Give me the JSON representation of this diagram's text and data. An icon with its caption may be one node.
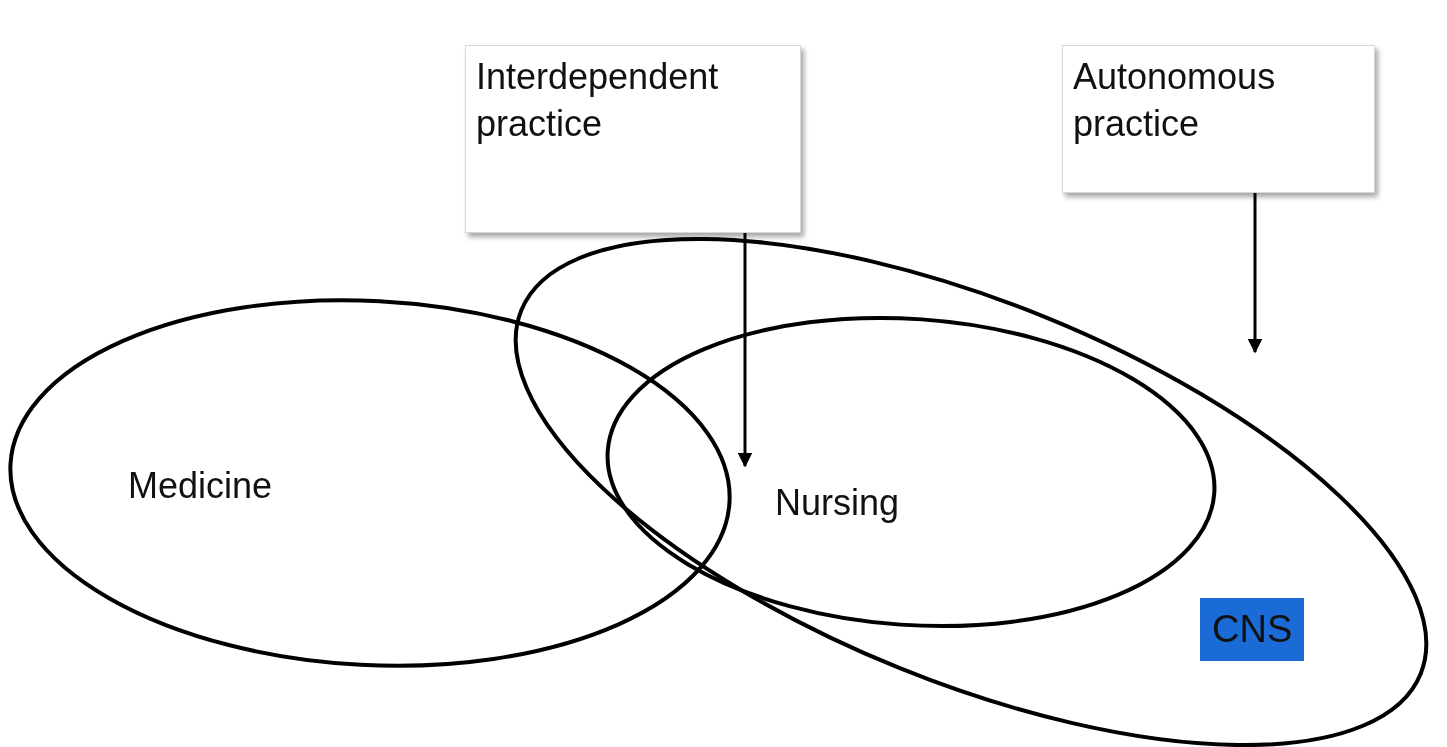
{
  "diagram": {
    "nodes": [
      {
        "text": [
          "Interdependent practice"
        ]
      },
      {
        "text": [
          "Autonomous practice"
        ]
      },
      {
        "text": [],
        "shape": "ellipse"
      },
      {
        "text": [
          "Medicine"
        ]
      },
      {
        "text": [
          "Nursing"
        ],
        "in": 2
      },
      {
        "text": [
          "CNS"
        ],
        "in": 2
      }
    ],
    "edges": [
      {
        "from": 0,
        "to": 4,
        "arrow": "to"
      },
      {
        "from": 1,
        "to": 2,
        "arrow": "to"
      }
    ]
  }
}
